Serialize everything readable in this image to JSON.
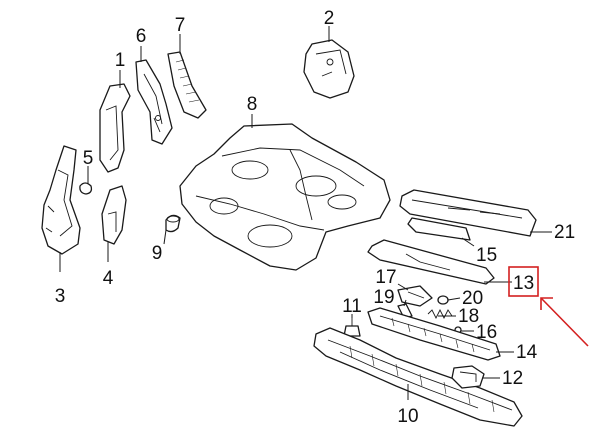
{
  "parts": [
    {
      "id": "label-1",
      "number": "1"
    },
    {
      "id": "label-2",
      "number": "2"
    },
    {
      "id": "label-3",
      "number": "3"
    },
    {
      "id": "label-4",
      "number": "4"
    },
    {
      "id": "label-5",
      "number": "5"
    },
    {
      "id": "label-6",
      "number": "6"
    },
    {
      "id": "label-7",
      "number": "7"
    },
    {
      "id": "label-8",
      "number": "8"
    },
    {
      "id": "label-9",
      "number": "9"
    },
    {
      "id": "label-10",
      "number": "10"
    },
    {
      "id": "label-11",
      "number": "11"
    },
    {
      "id": "label-12",
      "number": "12"
    },
    {
      "id": "label-13",
      "number": "13"
    },
    {
      "id": "label-14",
      "number": "14"
    },
    {
      "id": "label-15",
      "number": "15"
    },
    {
      "id": "label-16",
      "number": "16"
    },
    {
      "id": "label-17",
      "number": "17"
    },
    {
      "id": "label-18",
      "number": "18"
    },
    {
      "id": "label-19",
      "number": "19"
    },
    {
      "id": "label-20",
      "number": "20"
    },
    {
      "id": "label-21",
      "number": "21"
    }
  ],
  "highlight": {
    "part": "13",
    "color": "#d42020"
  }
}
